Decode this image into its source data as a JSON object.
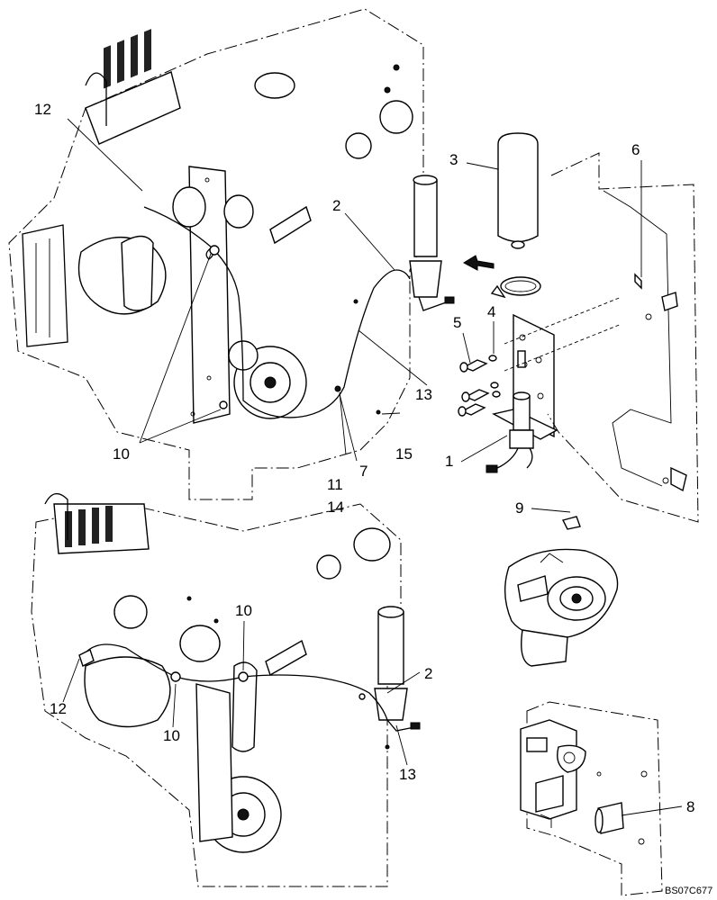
{
  "drawing": {
    "document_id": "BS07C677",
    "callouts": {
      "c1": "1",
      "c2a": "2",
      "c2b": "2",
      "c3": "3",
      "c4": "4",
      "c5": "5",
      "c6": "6",
      "c7": "7",
      "c8": "8",
      "c9": "9",
      "c10a": "10",
      "c10b": "10",
      "c10c": "10",
      "c11": "11",
      "c12a": "12",
      "c12b": "12",
      "c13a": "13",
      "c13b": "13",
      "c14": "14",
      "c15": "15"
    }
  }
}
